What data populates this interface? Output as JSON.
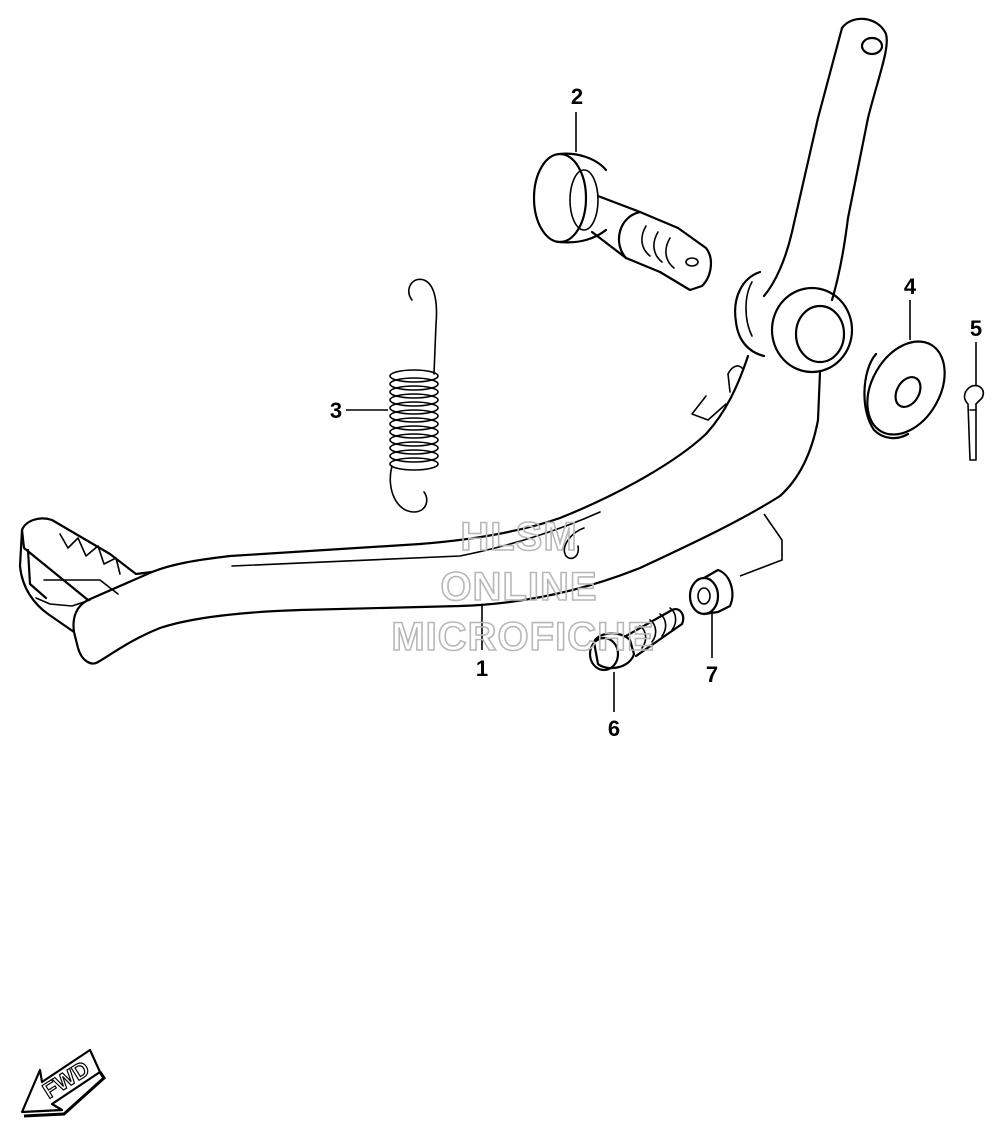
{
  "callouts": {
    "c1": "1",
    "c2": "2",
    "c3": "3",
    "c4": "4",
    "c5": "5",
    "c6": "6",
    "c7": "7"
  },
  "watermark": {
    "line1": "HLSM",
    "line2": "ONLINE",
    "line3": "MICROFICHE"
  },
  "direction_badge": {
    "label": "FWD",
    "icon": "forward-arrow-icon"
  }
}
